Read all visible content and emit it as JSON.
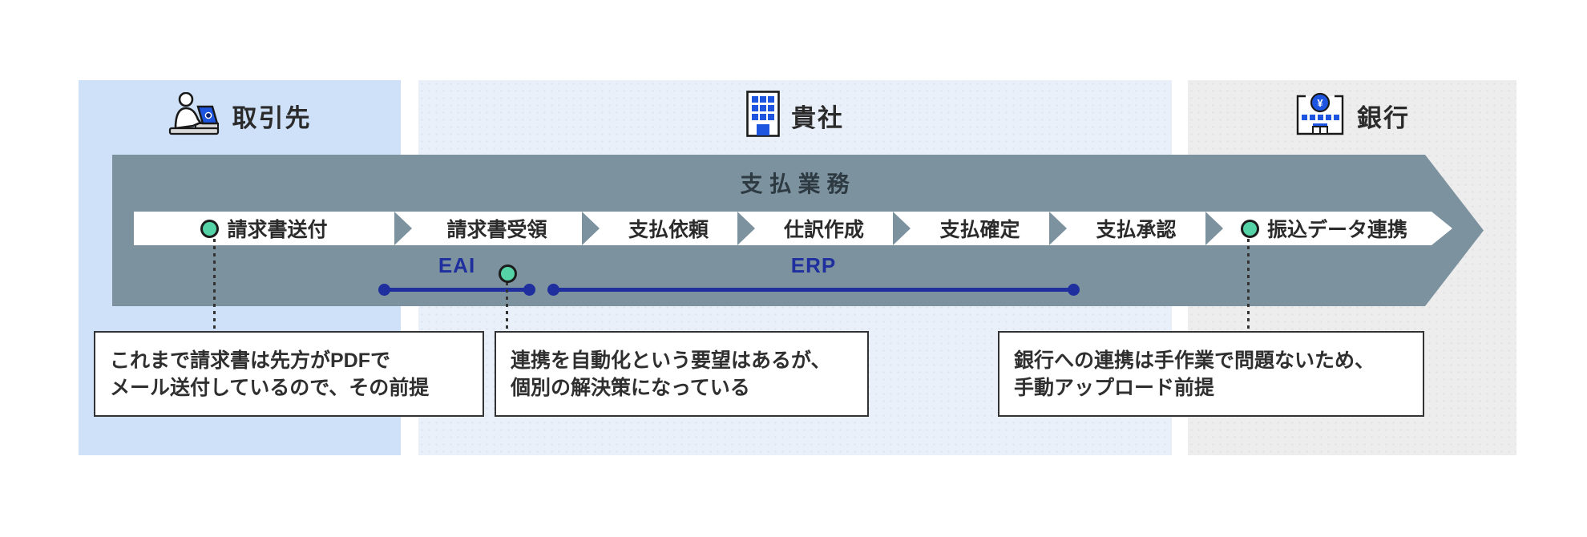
{
  "lanes": [
    {
      "label": "取引先"
    },
    {
      "label": "貴社"
    },
    {
      "label": "銀行"
    }
  ],
  "process": {
    "title": "支払業務"
  },
  "steps": [
    {
      "label": "請求書送付",
      "marker": true
    },
    {
      "label": "請求書受領",
      "marker": false
    },
    {
      "label": "支払依頼",
      "marker": false
    },
    {
      "label": "仕訳作成",
      "marker": false
    },
    {
      "label": "支払確定",
      "marker": false
    },
    {
      "label": "支払承認",
      "marker": false
    },
    {
      "label": "振込データ連携",
      "marker": true
    }
  ],
  "systems": [
    {
      "label": "EAI"
    },
    {
      "label": "ERP"
    }
  ],
  "notes": [
    {
      "line1": "これまで請求書は先方がPDFで",
      "line2": "メール送付しているので、その前提"
    },
    {
      "line1": "連携を自動化という要望はあるが、",
      "line2": "個別の解決策になっている"
    },
    {
      "line1": "銀行への連携は手作業で問題ないため、",
      "line2": "手動アップロード前提"
    }
  ],
  "colors": {
    "lane_partner_bg": "#cfe1f8",
    "lane_company_bg": "#eaf0f9",
    "lane_bank_bg": "#ededed",
    "arrow_slate": "#7d929f",
    "accent_green": "#55d3a6",
    "system_navy": "#1f2f9e",
    "icon_blue": "#1e55e0",
    "text_dark": "#333333"
  }
}
